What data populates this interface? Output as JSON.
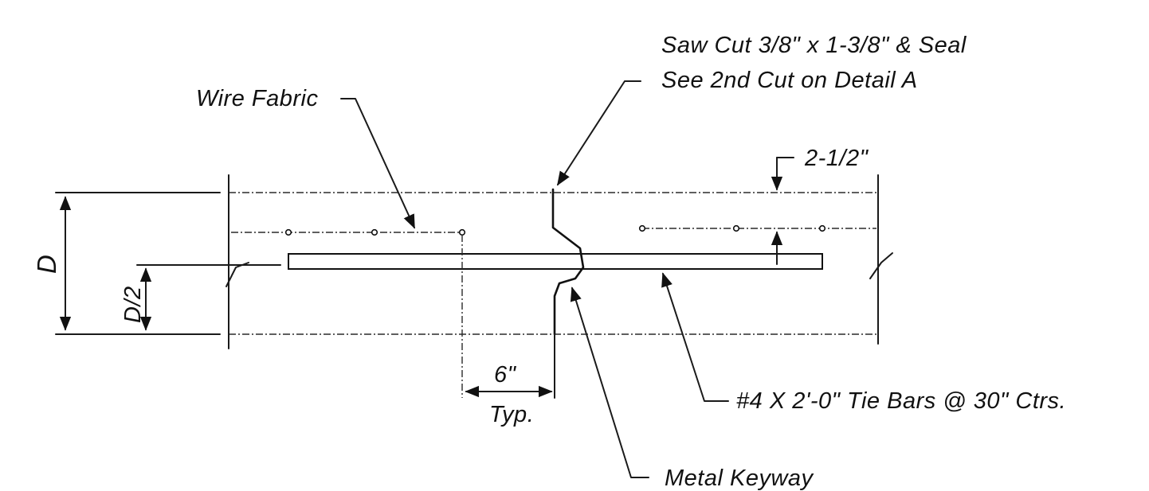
{
  "labels": {
    "saw_cut_line1": "Saw Cut 3/8\" x 1-3/8\" & Seal",
    "saw_cut_line2": "See 2nd Cut on Detail A",
    "wire_fabric": "Wire Fabric",
    "top_cover": "2-1/2\"",
    "depth": "D",
    "half_depth": "D/2",
    "offset": "6\"",
    "typical": "Typ.",
    "tie_bars": "#4 X 2'-0\" Tie Bars @ 30\" Ctrs.",
    "keyway": "Metal Keyway"
  }
}
